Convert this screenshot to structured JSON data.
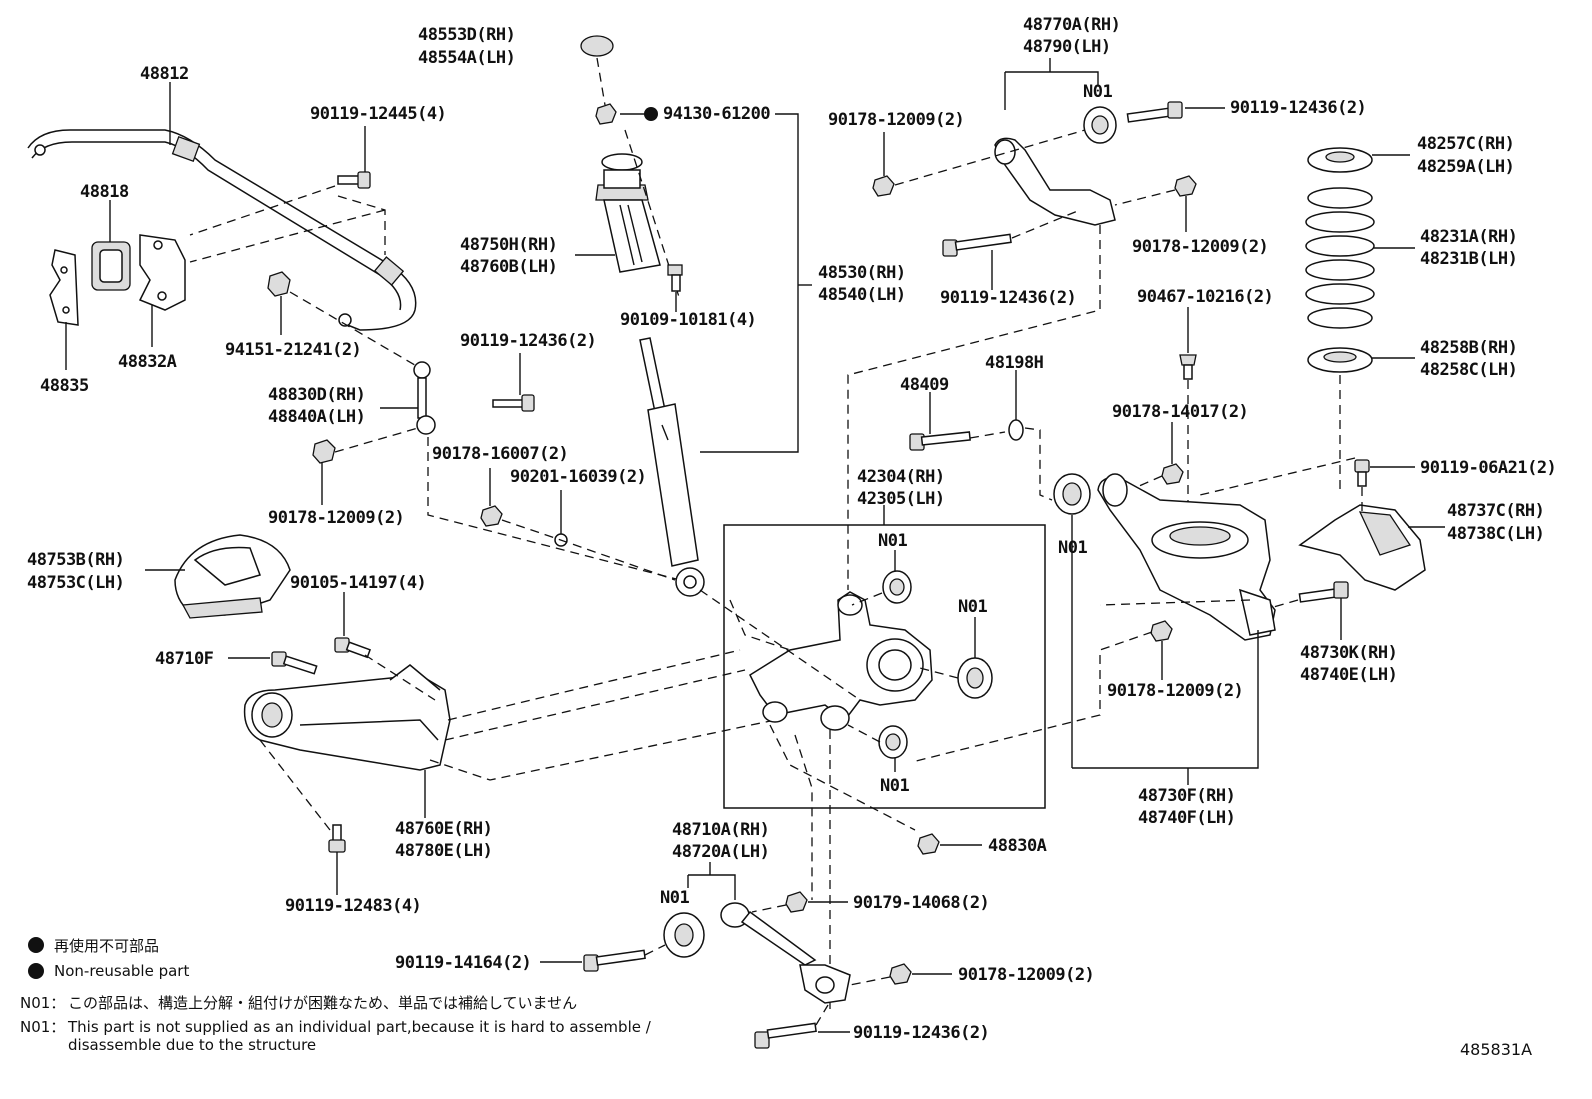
{
  "parts": {
    "p48553D": "48553D(RH)",
    "p48554A": "48554A(LH)",
    "p94130": "94130-61200",
    "p48812": "48812",
    "p90119_12445": "90119-12445(4)",
    "p48818": "48818",
    "p48832A": "48832A",
    "p48835": "48835",
    "p94151": "94151-21241(2)",
    "p48750H": "48750H(RH)",
    "p48760B": "48760B(LH)",
    "p90109": "90109-10181(4)",
    "p48530": "48530(RH)",
    "p48540": "48540(LH)",
    "p90119_12436_a": "90119-12436(2)",
    "p48830D": "48830D(RH)",
    "p48840A": "48840A(LH)",
    "p90178_16007": "90178-16007(2)",
    "p90201": "90201-16039(2)",
    "p90178_12009_a": "90178-12009(2)",
    "p48753B": "48753B(RH)",
    "p48753C": "48753C(LH)",
    "p90105": "90105-14197(4)",
    "p48710F": "48710F",
    "p48760E": "48760E(RH)",
    "p48780E": "48780E(LH)",
    "p90119_12483": "90119-12483(4)",
    "p48770A": "48770A(RH)",
    "p48790": "48790(LH)",
    "n01_top": "N01",
    "p90119_12436_b": "90119-12436(2)",
    "p90178_12009_b": "90178-12009(2)",
    "p90178_12009_c": "90178-12009(2)",
    "p90119_12436_c": "90119-12436(2)",
    "p48257C": "48257C(RH)",
    "p48259A": "48259A(LH)",
    "p48231A": "48231A(RH)",
    "p48231B": "48231B(LH)",
    "p90467": "90467-10216(2)",
    "p48258B": "48258B(RH)",
    "p48258C": "48258C(LH)",
    "p48409": "48409",
    "p48198H": "48198H",
    "p90178_14017": "90178-14017(2)",
    "p42304": "42304(RH)",
    "p42305": "42305(LH)",
    "n01_knuckle1": "N01",
    "n01_knuckle2": "N01",
    "n01_knuckle3": "N01",
    "n01_lower": "N01",
    "p90119_06A21": "90119-06A21(2)",
    "p48737C": "48737C(RH)",
    "p48738C": "48738C(LH)",
    "p48730K": "48730K(RH)",
    "p48740E": "48740E(LH)",
    "p90178_12009_d": "90178-12009(2)",
    "p48730F": "48730F(RH)",
    "p48740F": "48740F(LH)",
    "p48830A": "48830A",
    "p48710A": "48710A(RH)",
    "p48720A": "48720A(LH)",
    "n01_arm": "N01",
    "p90179": "90179-14068(2)",
    "p90119_14164": "90119-14164(2)",
    "p90178_12009_e": "90178-12009(2)",
    "p90119_12436_d": "90119-12436(2)"
  },
  "legend": {
    "jp": "再使用不可部品",
    "en": "Non-reusable part"
  },
  "notes": {
    "label1": "N01：",
    "text1": "この部品は、構造上分解・組付けが困難なため、単品では補給していません",
    "label2": "N01：",
    "text2a": "This part is not supplied as an individual part,because it is hard to assemble /",
    "text2b": "disassemble due to the structure"
  },
  "reference": "485831A"
}
